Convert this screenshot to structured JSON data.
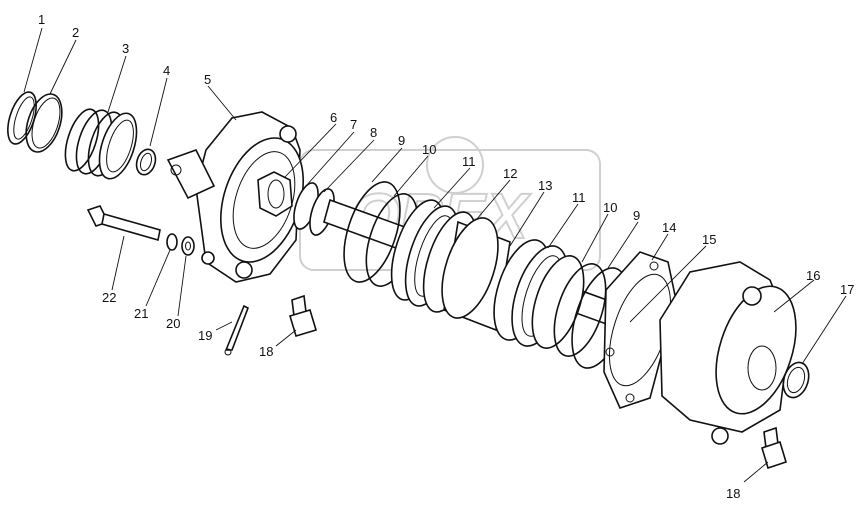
{
  "callouts": [
    "1",
    "2",
    "3",
    "4",
    "5",
    "6",
    "7",
    "8",
    "9",
    "10",
    "11",
    "12",
    "13",
    "11",
    "10",
    "9",
    "14",
    "15",
    "16",
    "17",
    "18",
    "22",
    "21",
    "20",
    "19",
    "18"
  ],
  "watermark": "OPEX"
}
